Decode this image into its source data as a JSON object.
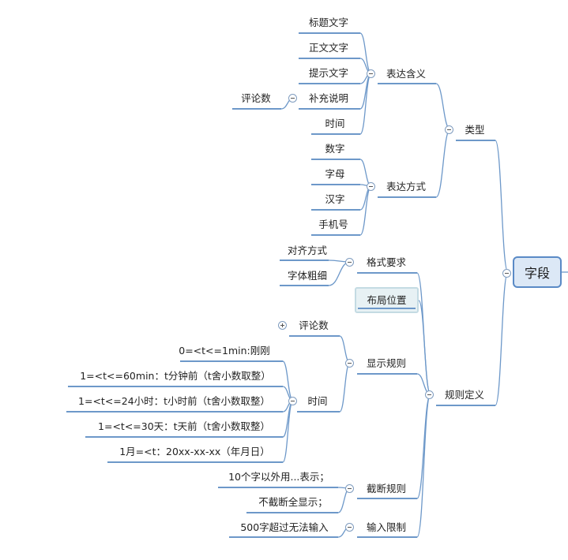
{
  "root": "字段",
  "type_branch": {
    "label": "类型",
    "meaning": {
      "label": "表达含义",
      "items": [
        "标题文字",
        "正文文字",
        "提示文字",
        "补充说明",
        "时间"
      ],
      "note": "评论数"
    },
    "form": {
      "label": "表达方式",
      "items": [
        "数字",
        "字母",
        "汉字",
        "手机号"
      ]
    }
  },
  "rules_branch": {
    "label": "规则定义",
    "format": {
      "label": "格式要求",
      "items": [
        "对齐方式",
        "字体粗细"
      ]
    },
    "layout": {
      "label": "布局位置"
    },
    "display": {
      "label": "显示规则",
      "comments": "评论数",
      "time": {
        "label": "时间",
        "items": [
          "0=<t<=1min:刚刚",
          "1=<t<=60min：t分钟前（t舍小数取整）",
          "1=<t<=24小时：t小时前（t舍小数取整）",
          "1=<t<=30天：t天前（t舍小数取整）",
          "1月=<t：20xx-xx-xx（年月日）"
        ]
      }
    },
    "truncate": {
      "label": "截断规则",
      "items": [
        "10个字以外用...表示；",
        "不截断全显示；"
      ]
    },
    "input_limit": {
      "label": "输入限制",
      "items": [
        "500字超过无法输入"
      ]
    }
  },
  "colors": {
    "line": "#6d98c9",
    "root_fill": "#dce8f6",
    "root_border": "#5a8ac6"
  }
}
